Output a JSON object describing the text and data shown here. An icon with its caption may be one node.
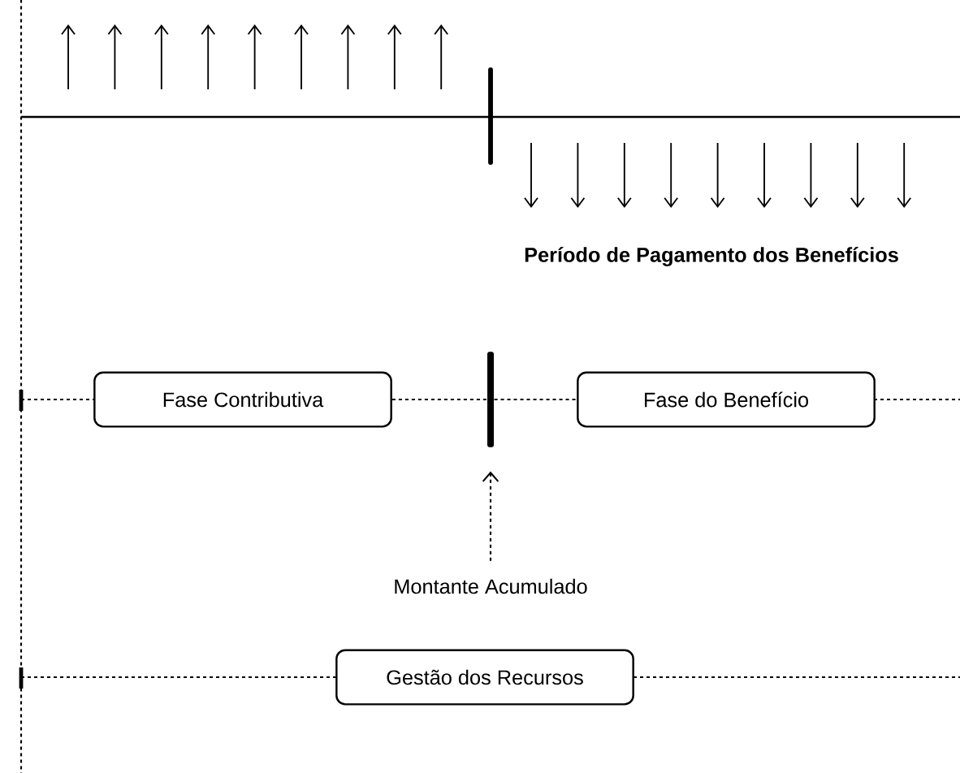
{
  "diagram": {
    "nodes": [
      {
        "text": [
          "Fase Contributiva"
        ]
      },
      {
        "text": [
          "Fase do Benefício"
        ]
      },
      {
        "text": [
          "Gestão dos Recursos"
        ]
      },
      {
        "text": [
          "Montante Acumulado"
        ]
      },
      {
        "text": [],
        "shape": "bar"
      },
      {
        "text": [],
        "shape": "line"
      }
    ],
    "edges": [
      {
        "from": 0,
        "to": 4,
        "arrow": "none",
        "style": "dashed"
      },
      {
        "from": 4,
        "to": 1,
        "arrow": "none",
        "style": "dashed"
      },
      {
        "from": 3,
        "to": 4,
        "arrow": "to",
        "style": "dashed"
      },
      {
        "from": 5,
        "to": 0,
        "arrow": "none",
        "style": "dashed"
      },
      {
        "from": 5,
        "to": 2,
        "arrow": "none",
        "style": "dashed"
      }
    ],
    "labels": [
      "Período de Pagamento dos Benefícios"
    ]
  }
}
